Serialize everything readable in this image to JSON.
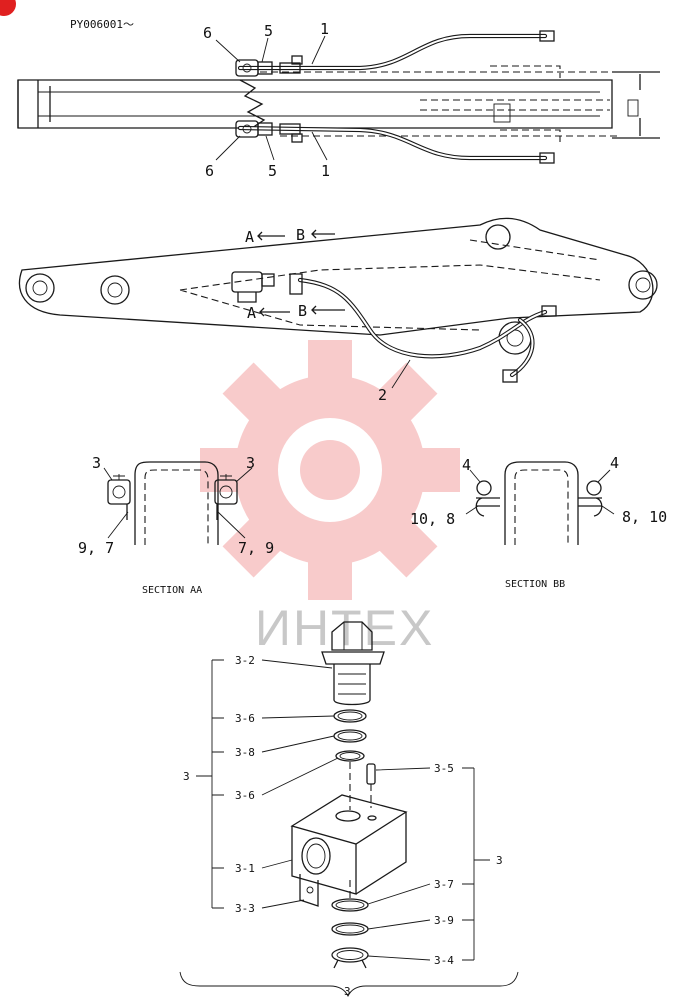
{
  "header": {
    "code": "PY006001～"
  },
  "top_view": {
    "labels_upper": [
      "6",
      "5",
      "1"
    ],
    "labels_lower": [
      "6",
      "5",
      "1"
    ]
  },
  "side_view": {
    "section_markers": [
      "A",
      "B"
    ],
    "label_hose": "2"
  },
  "section_aa": {
    "title": "SECTION AA",
    "left_top": "3",
    "right_top": "3",
    "left_bottom": "9, 7",
    "right_bottom": "7, 9"
  },
  "section_bb": {
    "title": "SECTION BB",
    "left_top": "4",
    "right_top": "4",
    "left_side": "10, 8",
    "right_side": "8, 10"
  },
  "detail": {
    "left_parts": [
      "3-2",
      "3-6",
      "3-8",
      "3-6",
      "3-1",
      "3-3"
    ],
    "right_parts": [
      "3-5",
      "3-7",
      "3-9",
      "3-4"
    ],
    "group_left": "3",
    "group_right": "3",
    "group_bottom": "3"
  },
  "watermark": {
    "text": "ИНТЕХ"
  },
  "colors": {
    "line": "#1a1a1a",
    "watermark_gear": "#f7c3c3",
    "badge": "#e02020"
  }
}
